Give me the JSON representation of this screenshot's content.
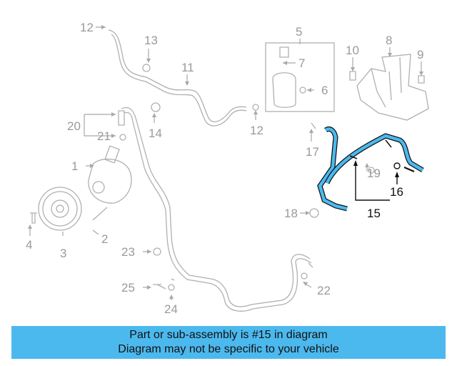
{
  "diagram": {
    "highlight_color": "#4cb9ee",
    "callouts": [
      "12",
      "13",
      "11",
      "5",
      "7",
      "6",
      "8",
      "10",
      "9",
      "20",
      "21",
      "14",
      "12",
      "17",
      "1",
      "19",
      "16",
      "15",
      "18",
      "4",
      "3",
      "2",
      "23",
      "25",
      "24",
      "22"
    ],
    "highlighted_part": "15"
  },
  "banner": {
    "line1": "Part or sub-assembly is #15 in diagram",
    "line2": "Diagram may not be specific to your vehicle",
    "color": "#4cb9ee"
  }
}
